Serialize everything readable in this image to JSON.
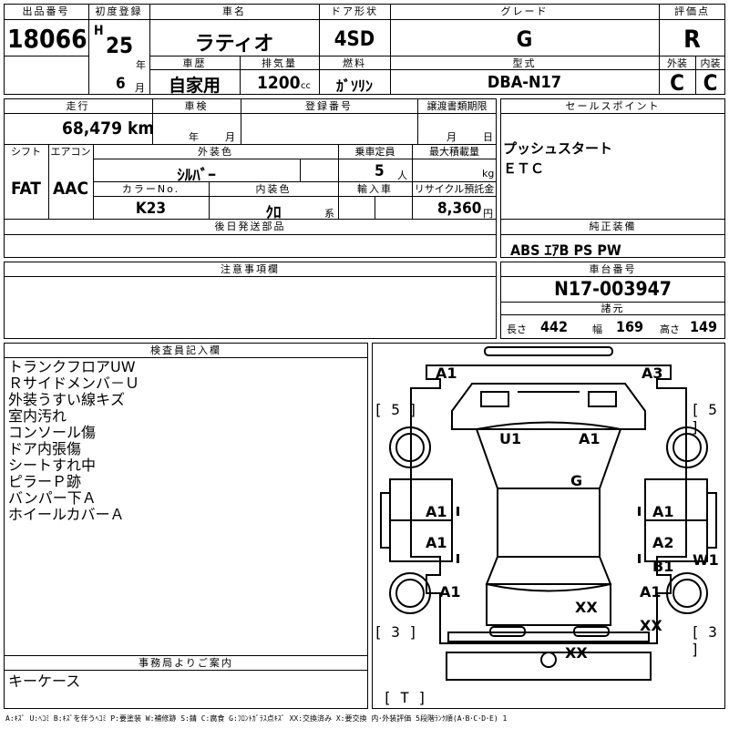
{
  "header": {
    "lot_no_label": "出品番号",
    "lot_no": "18066",
    "first_reg_label": "初度登録",
    "era": "H",
    "year": "25",
    "year_unit": "年",
    "month": "6",
    "month_unit": "月",
    "car_name_label": "車名",
    "car_name": "ラティオ",
    "history_label": "車歴",
    "history": "自家用",
    "displacement_label": "排気量",
    "displacement": "1200",
    "displacement_unit": "cc",
    "door_label": "ドア形状",
    "door": "4SD",
    "fuel_label": "燃料",
    "fuel": "ｶﾞｿﾘﾝ",
    "grade_label": "グレード",
    "grade": "G",
    "model_label": "型式",
    "model": "DBA-N17",
    "score_label": "評価点",
    "score": "R",
    "ext_label": "外装",
    "ext": "C",
    "int_label": "内装",
    "int": "C"
  },
  "details": {
    "mileage_label": "走行",
    "mileage": "68,479",
    "mileage_unit": "km",
    "inspection_label": "車検",
    "insp_year_unit": "年",
    "insp_month_unit": "月",
    "reg_no_label": "登録番号",
    "transfer_label": "譲渡書類期限",
    "transfer_month_unit": "月",
    "transfer_day_unit": "日",
    "shift_label": "シフト",
    "shift": "FAT",
    "ac_label": "エアコン",
    "ac": "AAC",
    "color_label": "外装色",
    "color": "ｼﾙﾊﾞｰ",
    "capacity_label": "乗車定員",
    "capacity": "5",
    "capacity_unit": "人",
    "max_load_label": "最大積載量",
    "max_load_unit": "kg",
    "color_no_label": "カラーNo.",
    "color_no": "K23",
    "interior_color_label": "内装色",
    "interior_color": "ｸﾛ",
    "interior_color_unit": "系",
    "import_label": "輸入車",
    "recycle_label": "リサイクル預託金",
    "recycle": "8,360",
    "recycle_unit": "円",
    "later_parts_label": "後日発送部品",
    "notes_label": "注意事項欄"
  },
  "sales": {
    "label": "セールスポイント",
    "lines": [
      "プッシュスタート",
      "ＥＴＣ"
    ]
  },
  "equipment": {
    "label": "純正装備",
    "value": "ABS ｴｱB PS PW"
  },
  "chassis": {
    "label": "車台番号",
    "value": "N17-003947",
    "dims_label": "諸元",
    "length_label": "長さ",
    "length": "442",
    "width_label": "幅",
    "width": "169",
    "height_label": "高さ",
    "height": "149"
  },
  "inspector": {
    "label": "検査員記入欄",
    "lines": [
      "トランクフロアUW",
      "Ｒサイドメンバ－Ｕ",
      "外装うすい線キズ",
      "室内汚れ",
      "コンソール傷",
      "ドア内張傷",
      "シートすれ中",
      "ピラーＰ跡",
      "バンパー下Ａ",
      "ホイールカバーＡ"
    ]
  },
  "office": {
    "label": "事務局よりご案内",
    "lines": [
      "キーケース"
    ]
  },
  "diagram": {
    "marks": [
      "A1",
      "A3",
      "U1",
      "A1",
      "G",
      "A1",
      "A1",
      "A1",
      "A2",
      "B1",
      "W1",
      "A1",
      "A1",
      "XX",
      "XX",
      "XX"
    ],
    "brackets": [
      "[ 5 ]",
      "[ 5 ]",
      "[ 3 ]",
      "[ 3 ]",
      "[ T ]"
    ]
  },
  "legend": "A:ｷｽﾞ U:ﾍｺﾐ B:ｷｽﾞを伴うﾍｺﾐ P:要塗装 W:補修跡 S:錆 C:腐食 G:ﾌﾛﾝﾄｶﾞﾗｽ点ｷｽﾞ XX:交換済み X:要交換  内･外装評価 5段階ﾗﾝｸ順(A･B･C･D･E) 1"
}
